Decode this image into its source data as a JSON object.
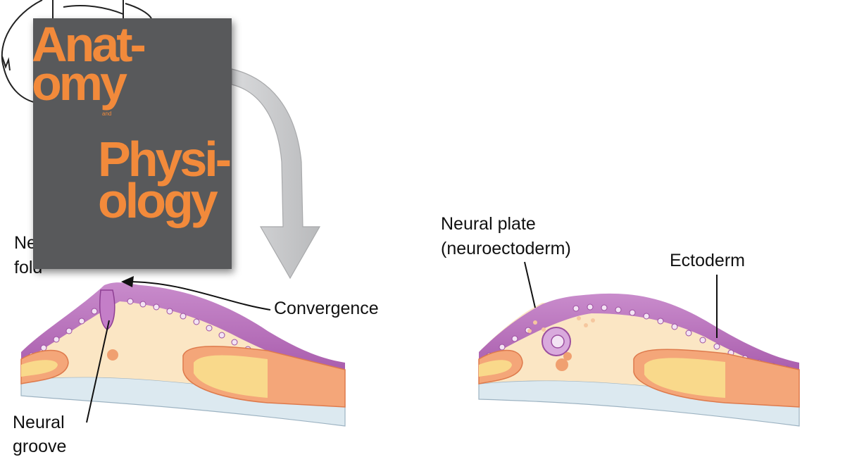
{
  "labels": {
    "convergence": "Convergence",
    "neural_plate_line1": "Neural plate",
    "neural_plate_line2": "(neuroectoderm)",
    "ectoderm": "Ectoderm",
    "neural_fold_line1_visible": "Ne",
    "neural_fold_line2_visible": "fold",
    "neural_groove_line1": "Neural",
    "neural_groove_line2_partial": "groove"
  },
  "book_cover": {
    "title_line1": "Anat-",
    "title_line2": "omy",
    "conjunction": "and",
    "title_line3": "Physi-",
    "title_line4": "ology",
    "background_color": "#58595b",
    "title_color": "#f28a3b"
  },
  "colors": {
    "ectoderm_purple": "#b167b5",
    "mesoderm_cream": "#fbe6c4",
    "yolk_yellow": "#f7d882",
    "cell_orange": "#f0a070",
    "endoderm_blue": "#d7e6ee",
    "arrow_gray": "#c8c9cb"
  }
}
